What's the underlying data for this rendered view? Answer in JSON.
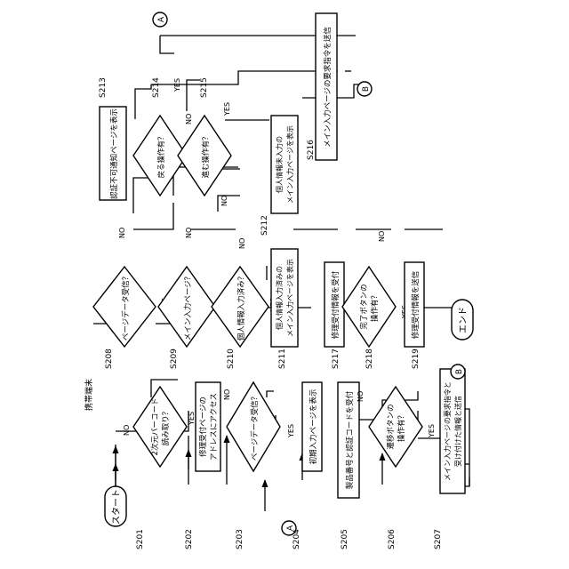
{
  "header": {
    "device_label": "携帯端末"
  },
  "nodes": {
    "start": "スタート",
    "end": "エンド",
    "s201": {
      "step": "S201",
      "l1": "2次元バーコード",
      "l2": "読み取り？"
    },
    "s202": {
      "step": "S202",
      "l1": "修理受付ページの",
      "l2": "アドレスにアクセス"
    },
    "s203": {
      "step": "S203",
      "l1": "ページデータ受信？"
    },
    "s204": {
      "step": "S204",
      "l1": "初期入力ページを表示"
    },
    "s205": {
      "step": "S205",
      "l1": "製品番号と認証コードを受付"
    },
    "s206": {
      "step": "S206",
      "l1": "遷移ボタンの",
      "l2": "操作有？"
    },
    "s207": {
      "step": "S207",
      "l1": "メイン入力ページの要求指令と",
      "l2": "受け付けた情報と送信"
    },
    "s208": {
      "step": "S208",
      "l1": "ページデータ受信？"
    },
    "s209": {
      "step": "S209",
      "l1": "メイン入力ページ？"
    },
    "s210": {
      "step": "S210",
      "l1": "個人情報入力済み？"
    },
    "s211": {
      "step": "S211",
      "l1": "個人情報入力済みの",
      "l2": "メイン入力ページを表示"
    },
    "s212": {
      "step": "S212",
      "l1": "個人情報未入力の",
      "l2": "メイン入力ページを表示"
    },
    "s213": {
      "step": "S213",
      "l1": "認証不可通知ページを表示"
    },
    "s214": {
      "step": "S214",
      "l1": "戻る操作有？"
    },
    "s215": {
      "step": "S215",
      "l1": "進む操作有？"
    },
    "s216": {
      "step": "S216",
      "l1": "メイン入力ページの要求指令を送信"
    },
    "s217": {
      "step": "S217",
      "l1": "修理受付情報を受付"
    },
    "s218": {
      "step": "S218",
      "l1": "完了ボタンの",
      "l2": "操作有？"
    },
    "s219": {
      "step": "S219",
      "l1": "修理受付情報を送信"
    }
  },
  "connectors": {
    "a": "A",
    "b": "B"
  },
  "branch_labels": {
    "yes": "YES",
    "no": "NO"
  }
}
